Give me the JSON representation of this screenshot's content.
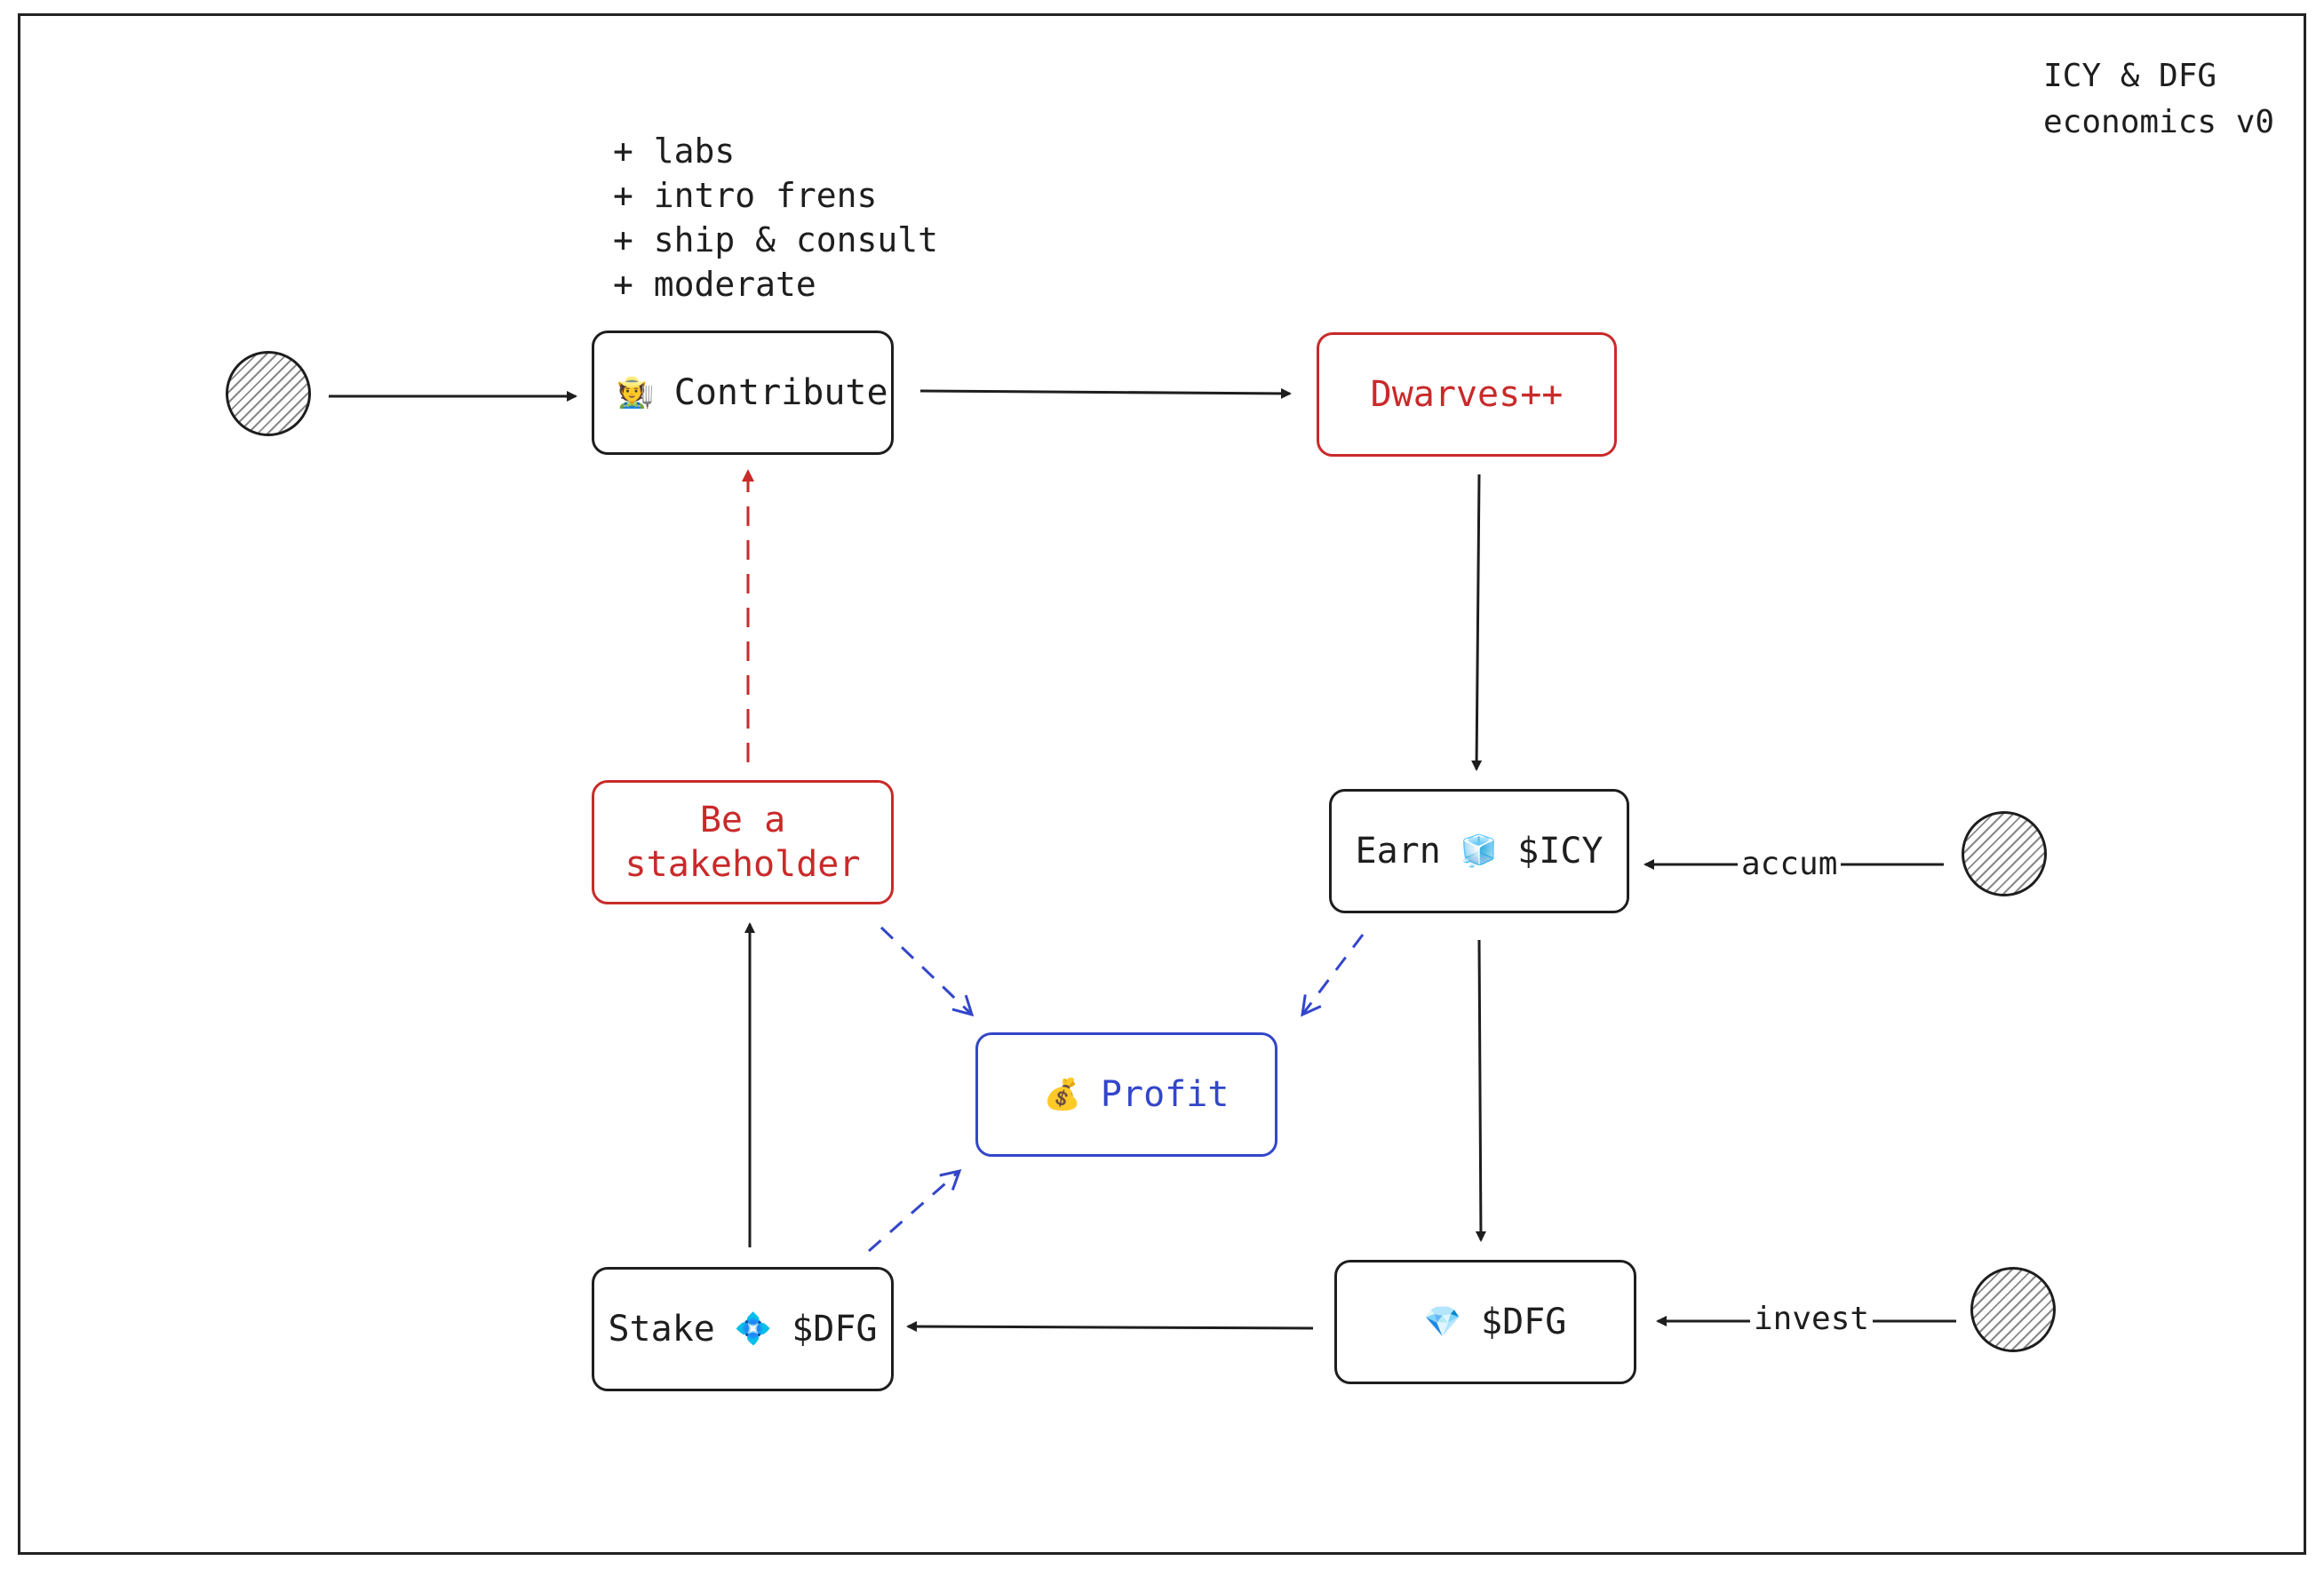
{
  "title": {
    "line1": "ICY & DFG",
    "line2": "economics v0"
  },
  "notes": [
    "labs",
    "intro frens",
    "ship & consult",
    "moderate"
  ],
  "nodes": {
    "contribute": {
      "emoji": "🧑‍🌾",
      "label": "Contribute"
    },
    "dwarves": {
      "label": "Dwarves++",
      "color": "#c92a2a"
    },
    "earn": {
      "prefix": "Earn",
      "emoji": "🧊",
      "suffix": "$ICY"
    },
    "dfg": {
      "emoji": "💎",
      "label": "$DFG"
    },
    "stake": {
      "prefix": "Stake",
      "emoji": "💠",
      "suffix": "$DFG"
    },
    "profit": {
      "emoji": "💰",
      "label": "Profit",
      "color": "#3346c9"
    },
    "stakeholder": {
      "line1": "Be a",
      "line2": "stakeholder",
      "color": "#c92a2a"
    }
  },
  "edge_labels": {
    "accum": "accum",
    "invest": "invest"
  }
}
